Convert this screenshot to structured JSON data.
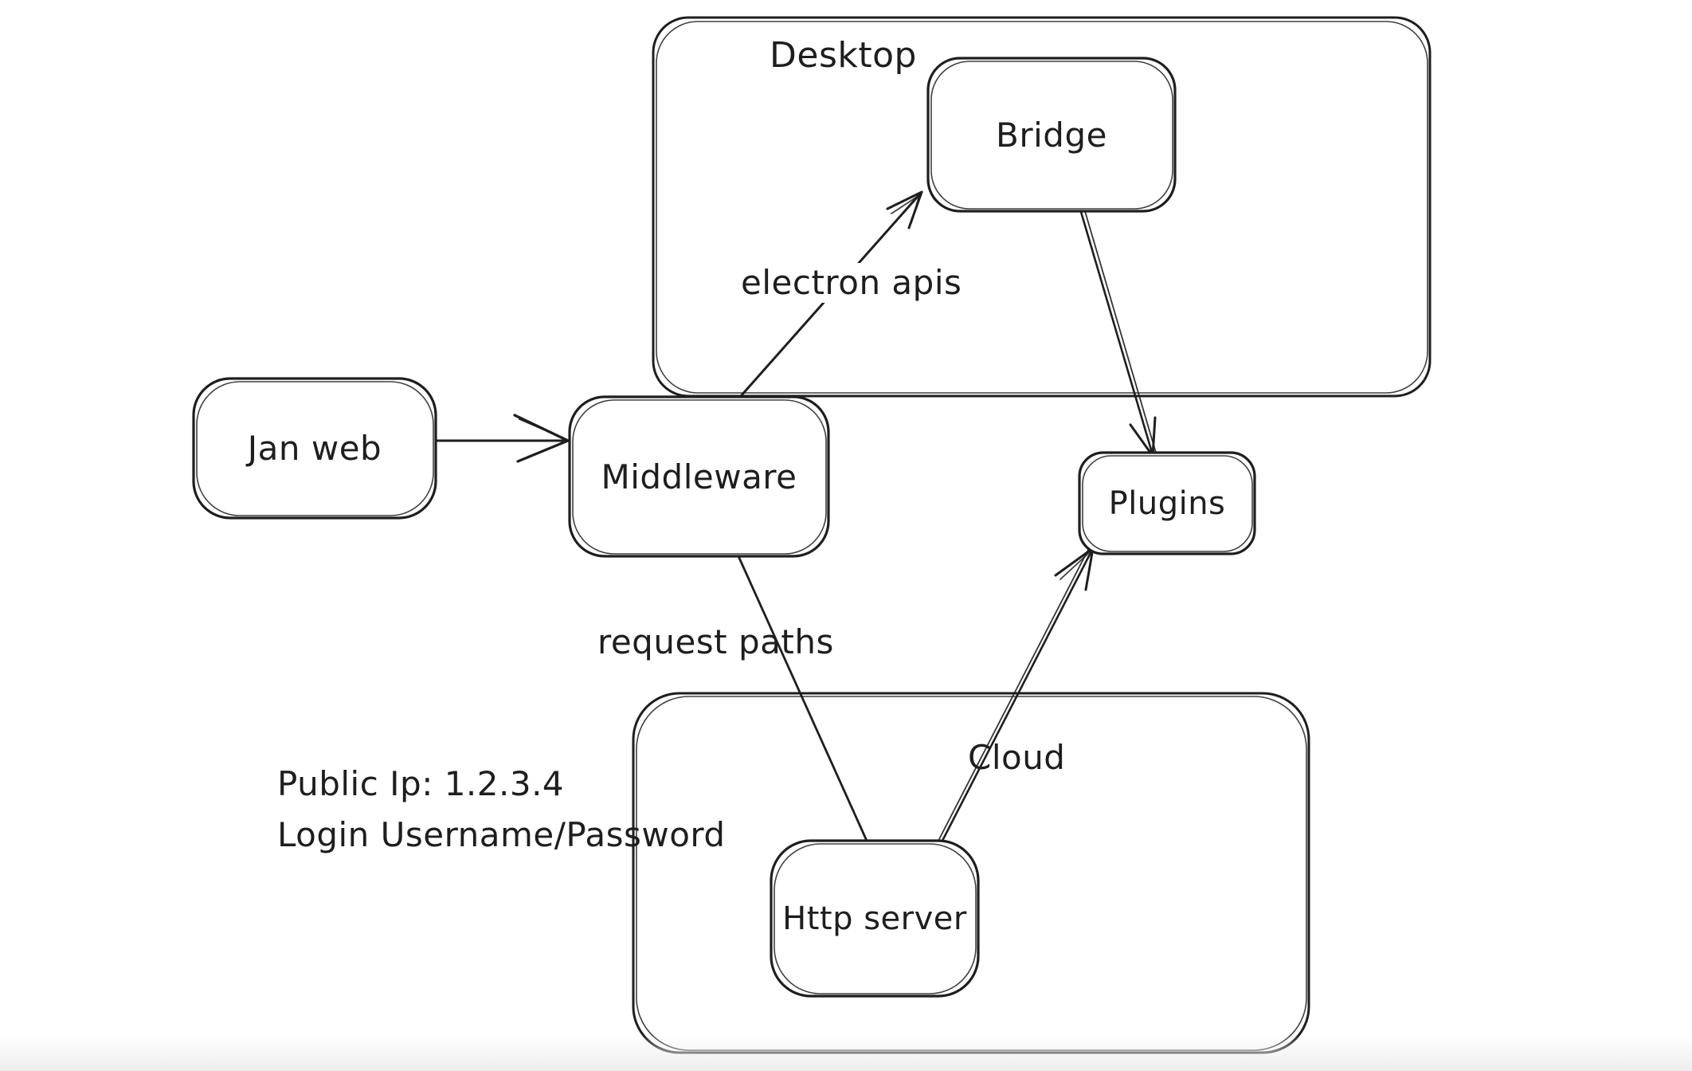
{
  "diagram": {
    "colors": {
      "ink": "#1e1e1e",
      "background": "#ffffff"
    },
    "containers": {
      "desktop": {
        "label": "Desktop"
      },
      "cloud": {
        "label": "Cloud"
      }
    },
    "nodes": {
      "jan_web": {
        "label": "Jan web"
      },
      "middleware": {
        "label": "Middleware"
      },
      "bridge": {
        "label": "Bridge"
      },
      "plugins": {
        "label": "Plugins"
      },
      "http_server": {
        "label": "Http server"
      }
    },
    "edge_labels": {
      "electron_apis": "electron apis",
      "request_paths": "request paths"
    },
    "annotations": {
      "public_ip": "Public Ip: 1.2.3.4",
      "login": "Login Username/Password"
    },
    "edges": [
      {
        "from": "jan_web",
        "to": "middleware",
        "label": "",
        "arrowhead": "end"
      },
      {
        "from": "middleware",
        "to": "bridge",
        "label": "electron apis",
        "arrowhead": "end"
      },
      {
        "from": "bridge",
        "to": "plugins",
        "label": "",
        "arrowhead": "end"
      },
      {
        "from": "middleware",
        "to": "http_server",
        "label": "request paths",
        "arrowhead": "none"
      },
      {
        "from": "http_server",
        "to": "plugins",
        "label": "",
        "arrowhead": "end"
      }
    ]
  }
}
